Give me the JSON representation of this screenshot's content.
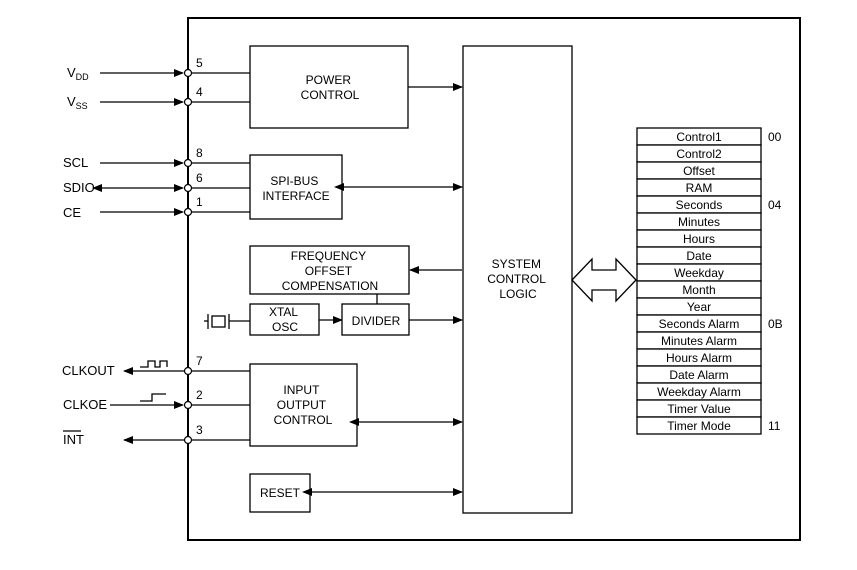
{
  "signals": {
    "vdd": {
      "main": "V",
      "sub": "DD",
      "pin": "5"
    },
    "vss": {
      "main": "V",
      "sub": "SS",
      "pin": "4"
    },
    "scl": {
      "label": "SCL",
      "pin": "8"
    },
    "sdio": {
      "label": "SDIO",
      "pin": "6"
    },
    "ce": {
      "label": "CE",
      "pin": "1"
    },
    "clkout": {
      "label": "CLKOUT",
      "pin": "7"
    },
    "clkoe": {
      "label": "CLKOE",
      "pin": "2"
    },
    "int": {
      "label": "INT",
      "pin": "3"
    }
  },
  "blocks": {
    "power_control": [
      "POWER",
      "CONTROL"
    ],
    "spi_bus_interface": [
      "SPI-BUS",
      "INTERFACE"
    ],
    "frequency_offset_compensation": [
      "FREQUENCY",
      "OFFSET",
      "COMPENSATION"
    ],
    "xtal_osc": [
      "XTAL",
      "OSC"
    ],
    "divider": [
      "DIVIDER"
    ],
    "input_output_control": [
      "INPUT",
      "OUTPUT",
      "CONTROL"
    ],
    "reset": [
      "RESET"
    ],
    "system_control_logic": [
      "SYSTEM",
      "CONTROL",
      "LOGIC"
    ]
  },
  "registers": [
    {
      "name": "Control1",
      "address": "00"
    },
    {
      "name": "Control2",
      "address": ""
    },
    {
      "name": "Offset",
      "address": ""
    },
    {
      "name": "RAM",
      "address": ""
    },
    {
      "name": "Seconds",
      "address": "04"
    },
    {
      "name": "Minutes",
      "address": ""
    },
    {
      "name": "Hours",
      "address": ""
    },
    {
      "name": "Date",
      "address": ""
    },
    {
      "name": "Weekday",
      "address": ""
    },
    {
      "name": "Month",
      "address": ""
    },
    {
      "name": "Year",
      "address": ""
    },
    {
      "name": "Seconds Alarm",
      "address": "0B"
    },
    {
      "name": "Minutes Alarm",
      "address": ""
    },
    {
      "name": "Hours Alarm",
      "address": ""
    },
    {
      "name": "Date Alarm",
      "address": ""
    },
    {
      "name": "Weekday Alarm",
      "address": ""
    },
    {
      "name": "Timer Value",
      "address": ""
    },
    {
      "name": "Timer Mode",
      "address": "11"
    }
  ]
}
